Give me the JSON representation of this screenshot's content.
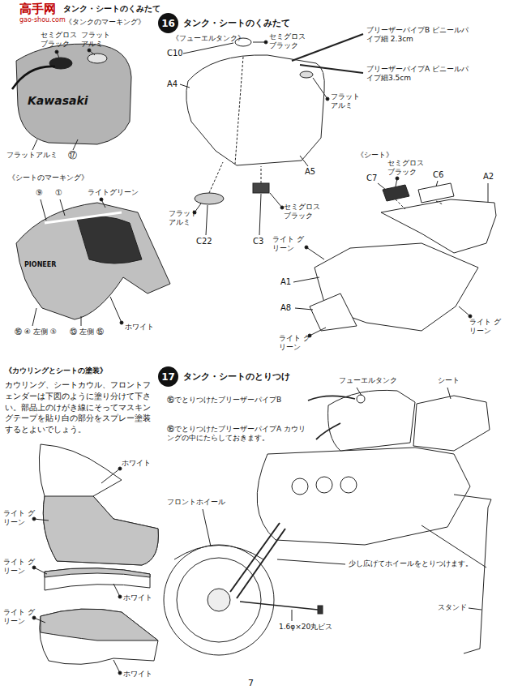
{
  "diagram": {
    "nodes": [
      {
        "text": [
          "16",
          "タンク・シートのくみたて"
        ]
      },
      {
        "text": [
          "17",
          "タンク・シートのとりつけ"
        ]
      }
    ],
    "labels": [
      "高手网",
      "gao-shou.com",
      "タンク・シートのくみたて",
      "《タンクのマーキング》",
      "セミグロス ブラック",
      "フラット アルミ",
      "Kawasaki",
      "フラットアルミ",
      "⑰",
      "《シートのマーキング》",
      "⑨",
      "①",
      "ライトグリーン",
      "PIONEER",
      "⑯ ④ 左側 ⑤",
      "⑬ 左側 ⑮",
      "ホワイト",
      "《カウリングとシートの塗装》",
      "カウリング、シートカウル、フロントフェンダーは下図のように塗り分けて下さい。部品上のけがき線にそってマスキングテープを貼り白の部分をスプレー塗装するとよいでしょう。",
      "ホワイト",
      "ライト グリーン",
      "ライト グリーン",
      "ホワイト",
      "ライト グリーン",
      "ホワイト",
      "《フューエルタンク》",
      "C10",
      "セミグロス ブラック",
      "ブリーザーパイプB ビニールパイプ細 2.3cm",
      "ブリーザーパイプA ビニールパイプ細3.5cm",
      "A4",
      "フラット アルミ",
      "A5",
      "フラット アルミ",
      "C22",
      "C3",
      "セミグロス ブラック",
      "《シート》",
      "C7",
      "セミグロス ブラック",
      "C6",
      "A2",
      "ライト グリーン",
      "A1",
      "A8",
      "ライト グリーン",
      "ライト グリーン",
      "フューエルタンク",
      "シート",
      "⑯でとりつけたブリーザーパイプB",
      "⑯でとりつけたブリーザーパイプA カウリングの中にたらしておきます。",
      "フロントホイール",
      "少し広げてホイールをとりつけます。",
      "1.6φ×20丸ビス",
      "スタンド",
      "7"
    ]
  }
}
